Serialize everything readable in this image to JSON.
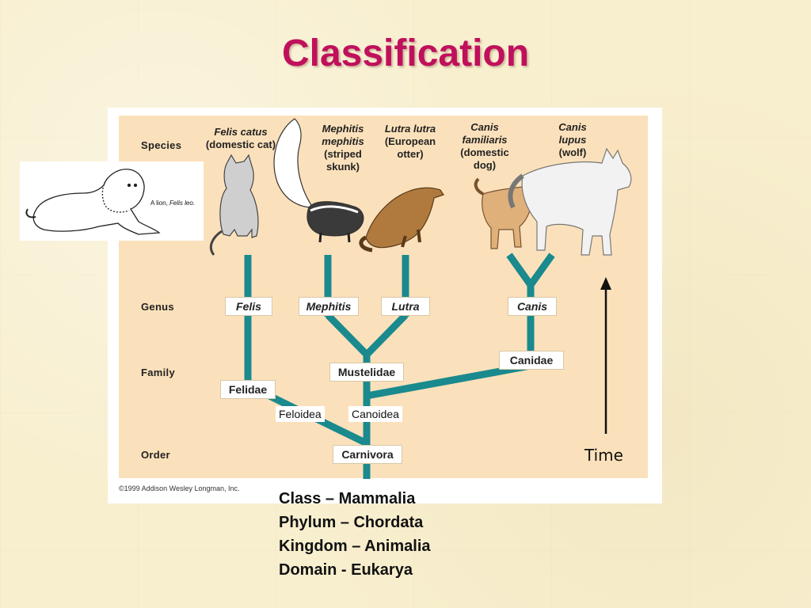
{
  "title": "Classification",
  "ranks": {
    "species": "Species",
    "genus": "Genus",
    "family": "Family",
    "order": "Order"
  },
  "species": [
    {
      "latin": "Felis catus",
      "common": "(domestic cat)"
    },
    {
      "latin": "Mephitis mephitis",
      "common": "(striped skunk)"
    },
    {
      "latin": "Lutra lutra",
      "common": "(European otter)"
    },
    {
      "latin": "Canis familiaris",
      "common": "(domestic dog)"
    },
    {
      "latin": "Canis lupus",
      "common": "(wolf)"
    }
  ],
  "genera": [
    "Felis",
    "Mephitis",
    "Lutra",
    "Canis"
  ],
  "families": [
    "Felidae",
    "Mustelidae",
    "Canidae"
  ],
  "clades": [
    "Feloidea",
    "Canoidea"
  ],
  "order": "Carnivora",
  "time_label": "Time",
  "copyright": "©1999 Addison Wesley Longman, Inc.",
  "lion_caption": {
    "prefix": "A lion, ",
    "latin": "Felis leo."
  },
  "higher_ranks": [
    "Class – Mammalia",
    "Phylum – Chordata",
    "Kingdom – Animalia",
    "Domain - Eukarya"
  ],
  "colors": {
    "title": "#c0105c",
    "tree": "#1a8a8e",
    "panel": "#fbe1bb"
  }
}
